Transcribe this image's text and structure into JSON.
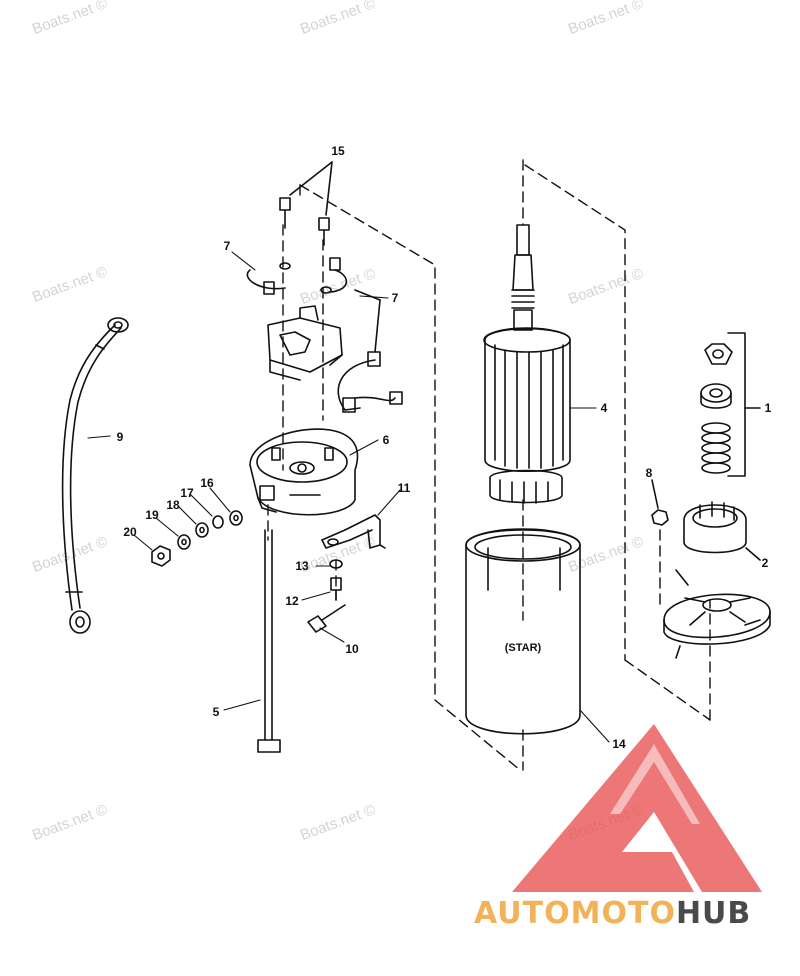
{
  "watermark": "Boats.net ©",
  "part_numbers": {
    "p1": "1",
    "p2": "2",
    "p4": "4",
    "p5": "5",
    "p6": "6",
    "p7a": "7",
    "p7b": "7",
    "p8": "8",
    "p9": "9",
    "p10": "10",
    "p11": "11",
    "p12": "12",
    "p13": "13",
    "p14": "14",
    "p15": "15",
    "p16": "16",
    "p17": "17",
    "p18": "18",
    "p19": "19",
    "p20": "20"
  },
  "housing_label": "(STAR)",
  "logo": {
    "part1": "AUTOMOTO",
    "part2": "HUB",
    "color_primary": "#f2b25a",
    "color_secondary": "#4a4a4a",
    "triangle_color": "#e85050"
  }
}
